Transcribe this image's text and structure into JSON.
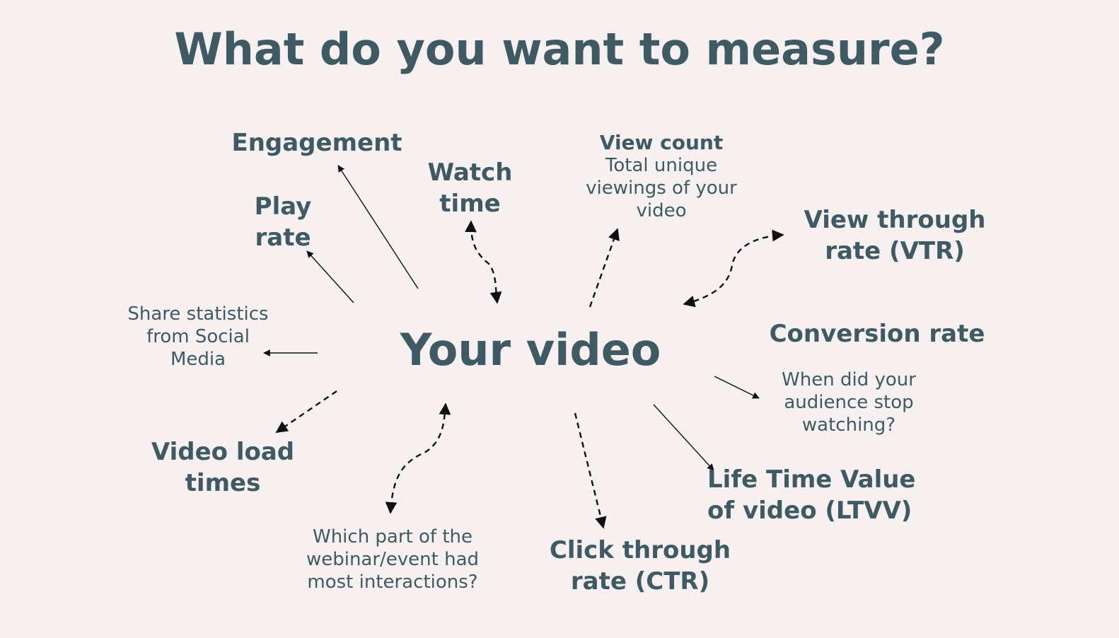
{
  "title": "What do you want to measure?",
  "center": "Your video",
  "metrics": {
    "engagement": "Engagement",
    "play_rate": [
      "Play",
      "rate"
    ],
    "watch_time": [
      "Watch",
      "time"
    ],
    "view_count_title": "View count",
    "view_count_desc": [
      "Total unique",
      "viewings of your",
      "video"
    ],
    "vtr": [
      "View through",
      "rate (VTR)"
    ],
    "conversion": "Conversion rate",
    "stop_watching": [
      "When did your",
      "audience stop",
      "watching?"
    ],
    "ltvv": [
      "Life Time Value",
      "of video (LTVV)"
    ],
    "ctr": [
      "Click through",
      "rate (CTR)"
    ],
    "interactions": [
      "Which part of the",
      "webinar/event had",
      "most interactions?"
    ],
    "load_times": [
      "Video load",
      "times"
    ],
    "share": [
      "Share statistics",
      "from Social",
      "Media"
    ]
  },
  "colors": {
    "text": "#3f5a62",
    "background": "#f6f0f0",
    "arrow": "#111111"
  }
}
